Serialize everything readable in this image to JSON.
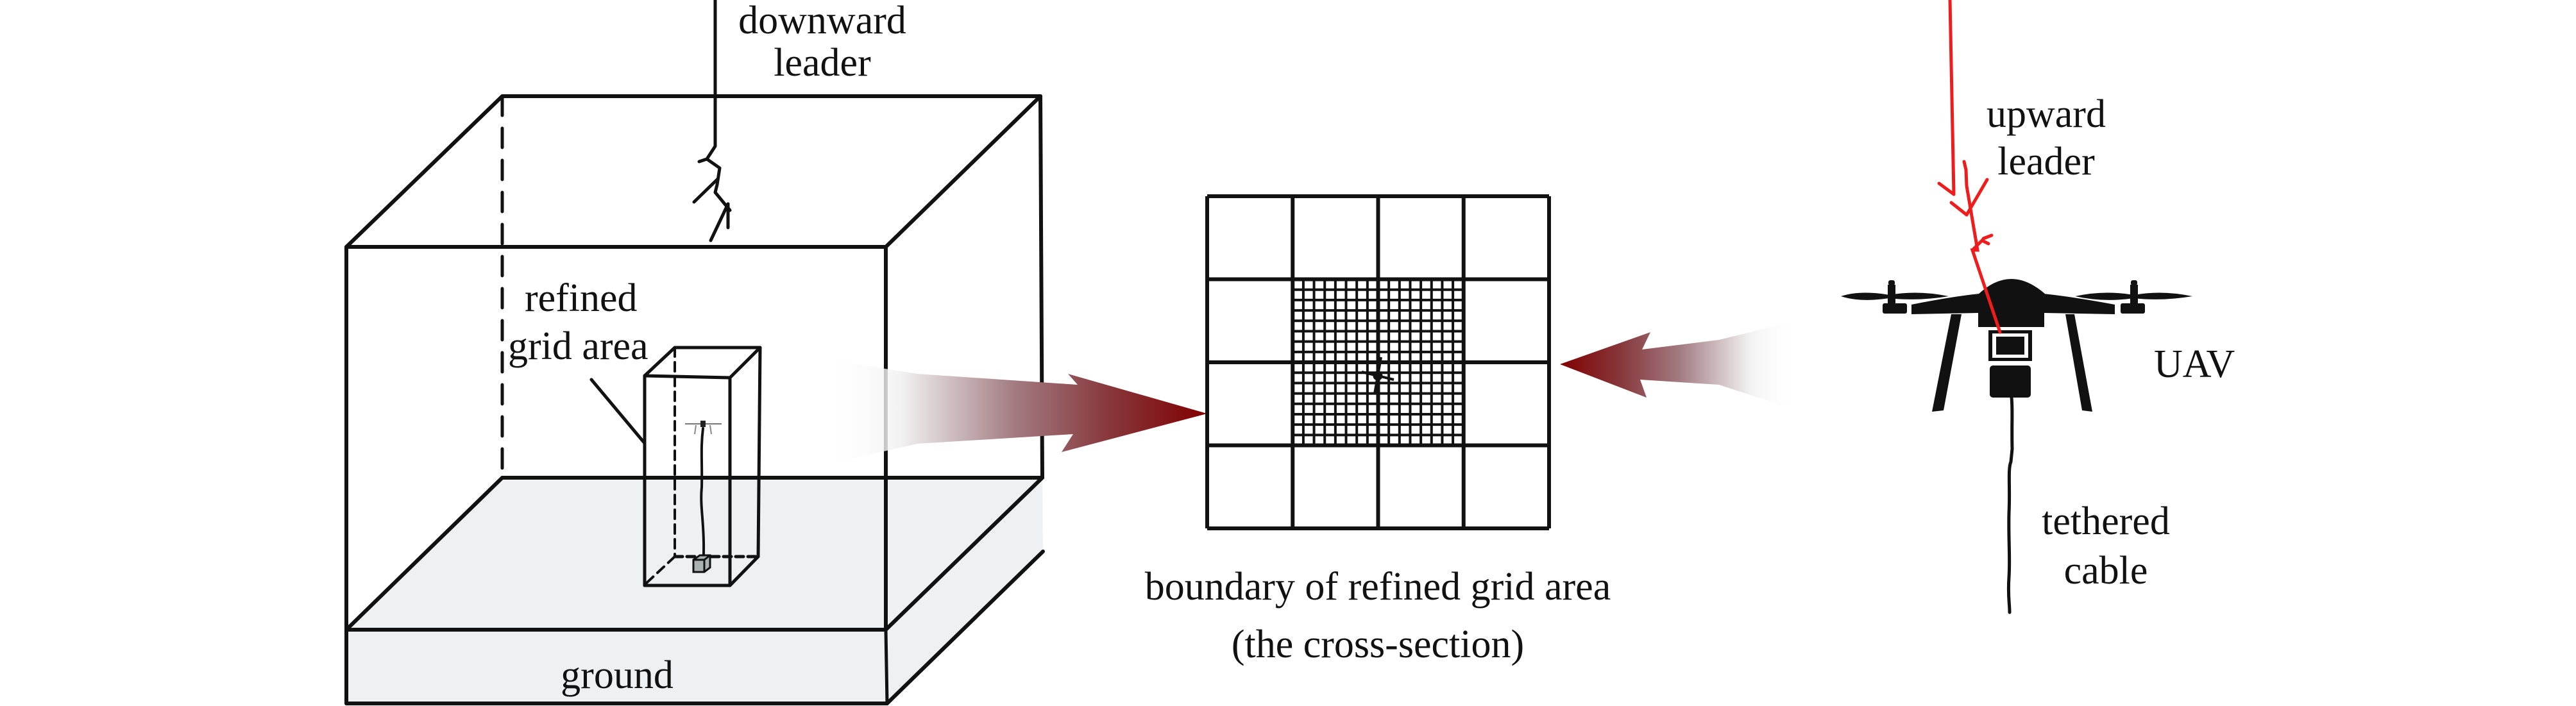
{
  "diagram": {
    "labels": {
      "downward_leader_line1": "downward",
      "downward_leader_line2": "leader",
      "refined_grid_line1": "refined",
      "refined_grid_line2": "grid area",
      "ground": "ground",
      "boundary_line1": "boundary of refined grid area",
      "boundary_line2": "(the cross-section)",
      "upward_leader_line1": "upward",
      "upward_leader_line2": "leader",
      "uav": "UAV",
      "tethered_line1": "tethered",
      "tethered_line2": "cable"
    },
    "cross_section_grid": {
      "coarse_columns": 4,
      "coarse_rows": 4,
      "refined_region_coarse_cells": [
        2,
        2
      ],
      "refined_subdivisions_per_side": 16
    },
    "colors": {
      "line": "#111111",
      "ground_fill": "#eff0f2",
      "arrow_dark": "#800000",
      "arrow_light": "#ffffff",
      "upward_leader": "#ee1c1c",
      "uav_body": "#111111",
      "tether_box_fill": "#a9b3b3"
    },
    "icons": {
      "downward_leader": "lightning-leader-icon",
      "upward_leader": "upward-leader-icon",
      "uav": "drone-icon",
      "arrows": "gradient-arrow-icon"
    }
  }
}
